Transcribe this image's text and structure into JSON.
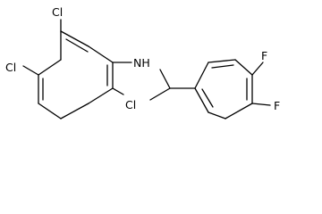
{
  "structure": {
    "atoms": [
      {
        "id": "cl_top",
        "label": "Cl"
      },
      {
        "id": "cl_left",
        "label": "Cl"
      },
      {
        "id": "cl_bottom",
        "label": "Cl"
      },
      {
        "id": "nh",
        "label": "NH"
      },
      {
        "id": "f_top",
        "label": "F"
      },
      {
        "id": "f_right",
        "label": "F"
      }
    ]
  }
}
